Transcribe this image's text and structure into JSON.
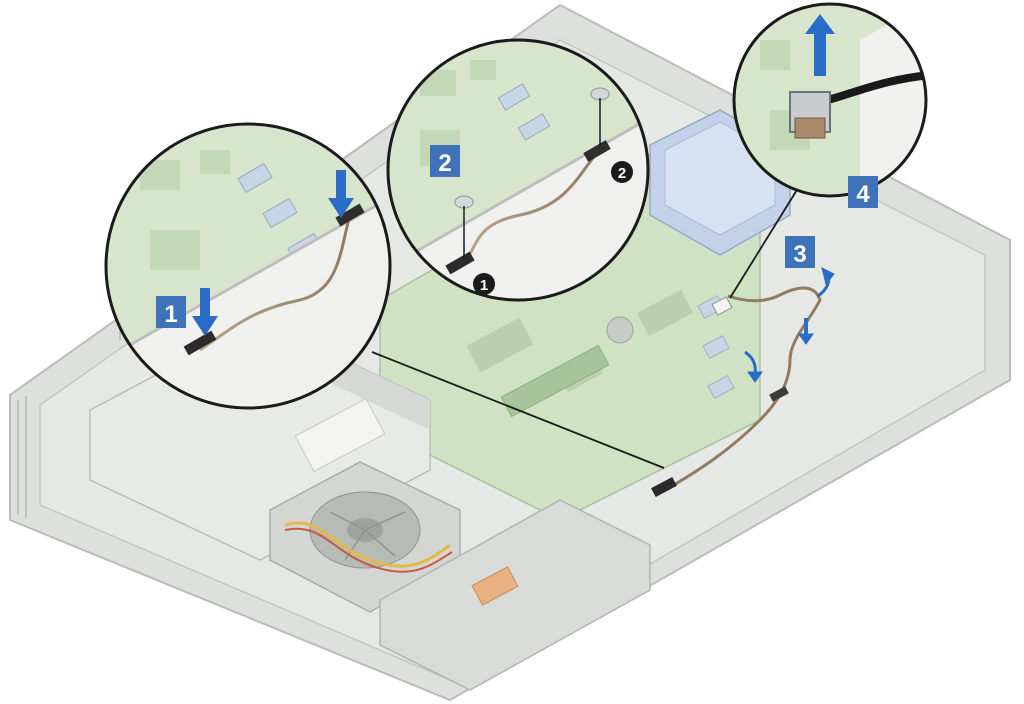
{
  "steps": [
    {
      "number": "1",
      "bg": "#3f72b8"
    },
    {
      "number": "2",
      "bg": "#3f72b8"
    },
    {
      "number": "3",
      "bg": "#3f72b8"
    },
    {
      "number": "4",
      "bg": "#3f72b8"
    }
  ],
  "screw_callouts": [
    {
      "number": "1",
      "shape": "black-circle"
    },
    {
      "number": "2",
      "shape": "black-circle"
    }
  ],
  "icons": [
    "down-arrow-icon",
    "up-arrow-icon",
    "curved-arrow-icon",
    "screw-icon"
  ],
  "colors": {
    "chassis": "#d9dcd8",
    "board": "#cfe3c4",
    "callout_bg": "#3f72b8",
    "arrow_blue": "#2a6cc8"
  }
}
